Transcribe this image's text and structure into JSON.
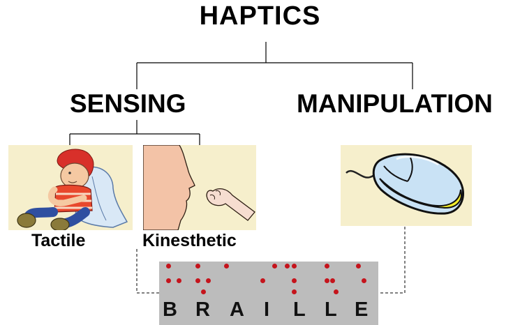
{
  "title": "HAPTICS",
  "branches": {
    "sensing": "SENSING",
    "manipulation": "MANIPULATION"
  },
  "captions": {
    "tactile": "Tactile",
    "kinesthetic": "Kinesthetic"
  },
  "braille": {
    "letters": [
      "B",
      "R",
      "A",
      "I",
      "L",
      "L",
      "E"
    ]
  },
  "colors": {
    "panel_bg": "#f6efcc",
    "braille_bg": "#bcbcbc",
    "braille_dot": "#c5141c"
  },
  "icons": [
    "child-illustration",
    "face-touching-fingers-illustration",
    "computer-mouse-illustration"
  ]
}
